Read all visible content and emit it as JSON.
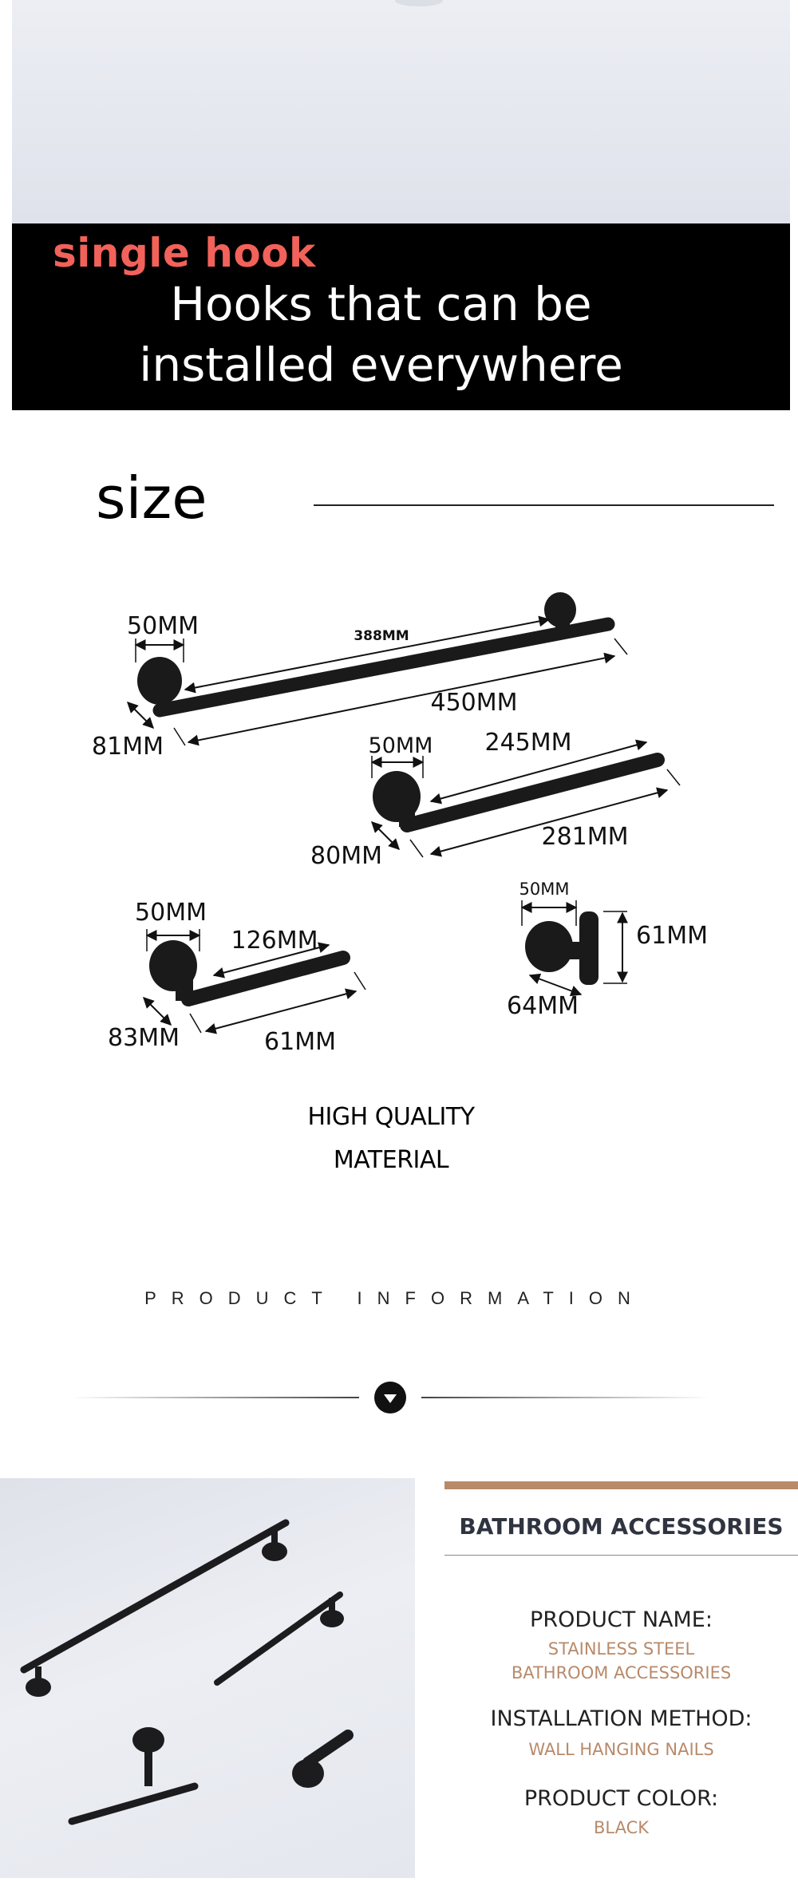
{
  "banner": {
    "tag": "single hook",
    "line1": "Hooks that can be",
    "line2": "installed everywhere"
  },
  "size": {
    "title": "size"
  },
  "dimensions": {
    "towel_bar_long": {
      "base_width": "50MM",
      "inner_length": "388MM",
      "total_length": "450MM",
      "depth": "81MM"
    },
    "towel_bar_short": {
      "base_width": "50MM",
      "inner_length": "245MM",
      "total_length": "281MM",
      "depth": "80MM"
    },
    "paper_holder": {
      "base_width": "50MM",
      "inner_length": "126MM",
      "total_length": "61MM",
      "depth": "83MM"
    },
    "robe_hook": {
      "base_width": "50MM",
      "height": "61MM",
      "depth": "64MM"
    }
  },
  "quality": {
    "line1": "HIGH QUALITY",
    "line2": "MATERIAL"
  },
  "product_info": {
    "heading": "PRODUCT INFORMATION"
  },
  "details": {
    "title": "BATHROOM ACCESSORIES",
    "name_label": "PRODUCT NAME:",
    "name_value_1": "STAINLESS STEEL",
    "name_value_2": "BATHROOM ACCESSORIES",
    "method_label": "INSTALLATION METHOD:",
    "method_value": "WALL HANGING NAILS",
    "color_label": "PRODUCT COLOR:",
    "color_value": "BLACK"
  },
  "colors": {
    "accent": "#b88a6a",
    "banner_tag": "#f2625a",
    "banner_bg": "#000000",
    "product": "#1a1a1a"
  },
  "icons": {
    "divider": "chevron-down-icon"
  }
}
